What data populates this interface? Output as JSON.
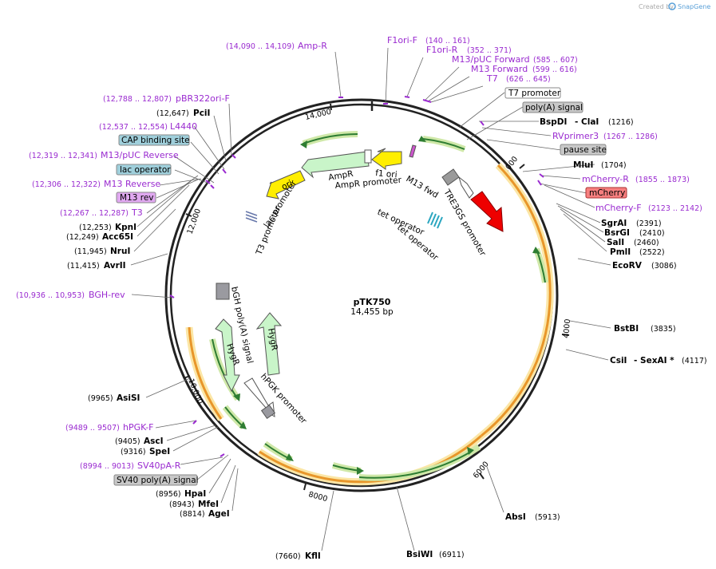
{
  "brand": {
    "created_by": "Created by",
    "product": "SnapGene"
  },
  "plasmid": {
    "name": "pTK750",
    "size": "14,455 bp"
  },
  "ticks": [
    {
      "label": "2000"
    },
    {
      "label": "4000"
    },
    {
      "label": "6000"
    },
    {
      "label": "8000"
    },
    {
      "label": "10,000"
    },
    {
      "label": "12,000"
    },
    {
      "label": "14,000"
    }
  ],
  "primers": [
    {
      "name": "Amp-R",
      "range": "(14,090 .. 14,109)"
    },
    {
      "name": "F1ori-F",
      "range": "(140 .. 161)"
    },
    {
      "name": "F1ori-R",
      "range": "(352 .. 371)"
    },
    {
      "name": "M13/pUC Forward",
      "range": "(585 .. 607)"
    },
    {
      "name": "M13 Forward",
      "range": "(599 .. 616)"
    },
    {
      "name": "T7",
      "range": "(626 .. 645)"
    },
    {
      "name": "RVprimer3",
      "range": "(1267 .. 1286)"
    },
    {
      "name": "mCherry-R",
      "range": "(1855 .. 1873)"
    },
    {
      "name": "mCherry-F",
      "range": "(2123 .. 2142)"
    },
    {
      "name": "pBR322ori-F",
      "range": "(12,788 .. 12,807)"
    },
    {
      "name": "L4440",
      "range": "(12,537 .. 12,554)"
    },
    {
      "name": "M13/pUC Reverse",
      "range": "(12,319 .. 12,341)"
    },
    {
      "name": "M13 Reverse",
      "range": "(12,306 .. 12,322)"
    },
    {
      "name": "T3",
      "range": "(12,267 .. 12,287)"
    },
    {
      "name": "BGH-rev",
      "range": "(10,936 .. 10,953)"
    },
    {
      "name": "hPGK-F",
      "range": "(9489 .. 9507)"
    },
    {
      "name": "SV40pA-R",
      "range": "(8994 .. 9013)"
    }
  ],
  "boxed_features": [
    {
      "name": "T7 promoter"
    },
    {
      "name": "poly(A) signal"
    },
    {
      "name": "pause site"
    },
    {
      "name": "mCherry"
    },
    {
      "name": "CAP binding site"
    },
    {
      "name": "lac operator"
    },
    {
      "name": "M13 rev"
    },
    {
      "name": "SV40 poly(A) signal"
    }
  ],
  "enzymes": [
    {
      "name": "BspDI",
      "suffix": "- ClaI",
      "pos": "(1216)"
    },
    {
      "name": "MluI",
      "pos": "(1704)"
    },
    {
      "name": "SgrAI",
      "pos": "(2391)"
    },
    {
      "name": "BsrGI",
      "pos": "(2410)"
    },
    {
      "name": "SalI",
      "pos": "(2460)"
    },
    {
      "name": "PmlI",
      "pos": "(2522)"
    },
    {
      "name": "EcoRV",
      "pos": "(3086)"
    },
    {
      "name": "BstBI",
      "pos": "(3835)"
    },
    {
      "name": "CsiI",
      "suffix": "- SexAI *",
      "pos": "(4117)"
    },
    {
      "name": "AbsI",
      "pos": "(5913)"
    },
    {
      "name": "BsiWI",
      "pos": "(6911)"
    },
    {
      "name": "KflI",
      "pos": "(7660)"
    },
    {
      "name": "AgeI",
      "pos": "(8814)"
    },
    {
      "name": "MfeI",
      "pos": "(8943)"
    },
    {
      "name": "HpaI",
      "pos": "(8956)"
    },
    {
      "name": "SpeI",
      "pos": "(9316)"
    },
    {
      "name": "AscI",
      "pos": "(9405)"
    },
    {
      "name": "AsiSI",
      "pos": "(9965)"
    },
    {
      "name": "AvrII",
      "pos": "(11,415)"
    },
    {
      "name": "NruI",
      "pos": "(11,945)"
    },
    {
      "name": "Acc65I",
      "pos": "(12,249)"
    },
    {
      "name": "KpnI",
      "pos": "(12,253)"
    },
    {
      "name": "PciI",
      "pos": "(12,647)"
    }
  ],
  "inner_labels": [
    {
      "name": "ori"
    },
    {
      "name": "AmpR"
    },
    {
      "name": "AmpR promoter"
    },
    {
      "name": "f1 ori"
    },
    {
      "name": "M13 fwd"
    },
    {
      "name": "TRE3GS promoter"
    },
    {
      "name": "tet operator"
    },
    {
      "name": "tet operator"
    },
    {
      "name": "lac promoter"
    },
    {
      "name": "T3 promoter"
    },
    {
      "name": "bGH poly(A) signal"
    },
    {
      "name": "HygR"
    },
    {
      "name": "HygR"
    },
    {
      "name": "hPGK promoter"
    }
  ],
  "colors": {
    "primer": "#9a2bd0",
    "backbone": "#222222",
    "orange_arc": "#e8962a",
    "green_arrow": "#4caf50",
    "yellow": "#ffee00",
    "red": "#ee0000",
    "mcherry_box": "#f77f7f",
    "grey_box": "#c8c8c8",
    "teal_box": "#9fcfdb",
    "purple_box": "#e0a8f0"
  }
}
